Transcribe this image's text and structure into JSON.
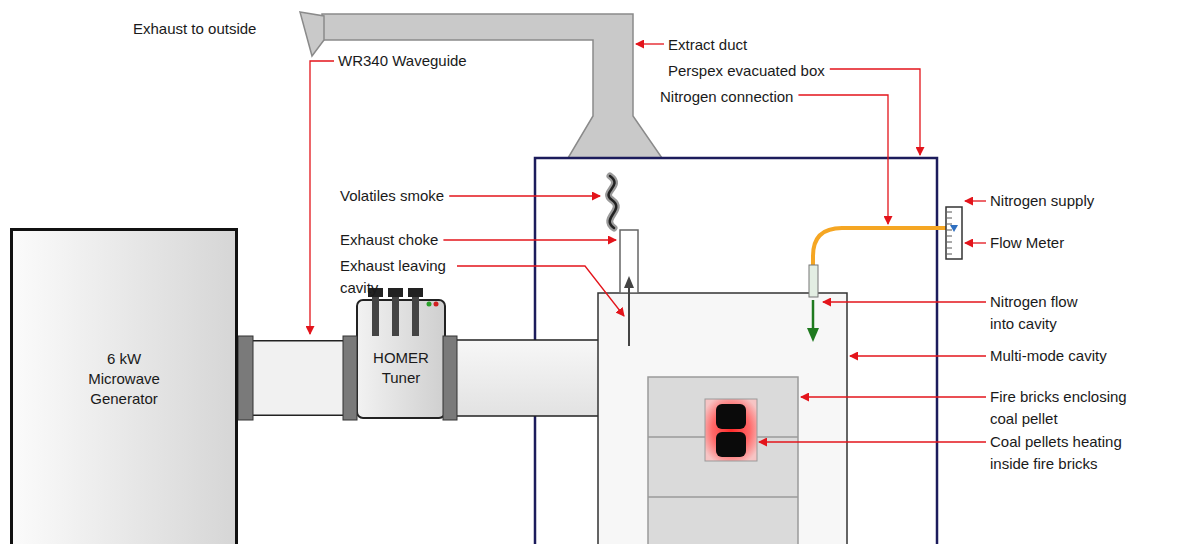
{
  "diagram": {
    "nodes": [
      {
        "text": [
          "6 kW Microwave Generator"
        ]
      },
      {
        "text": [
          "HOMER Tuner"
        ]
      }
    ],
    "edges": [
      {
        "from": 0,
        "to": 1,
        "arrow": "none"
      }
    ],
    "labels": [
      "Exhaust to outside",
      "Extract duct",
      "Perspex evacuated box",
      "Nitrogen connection",
      "WR340 Waveguide",
      "Volatiles smoke",
      "Exhaust choke",
      "Exhaust leaving cavity",
      "Nitrogen supply",
      "Flow Meter",
      "Nitrogen flow into cavity",
      "Multi-mode cavity",
      "Fire bricks enclosing coal pellet",
      "Coal pellets heating inside fire bricks"
    ]
  }
}
